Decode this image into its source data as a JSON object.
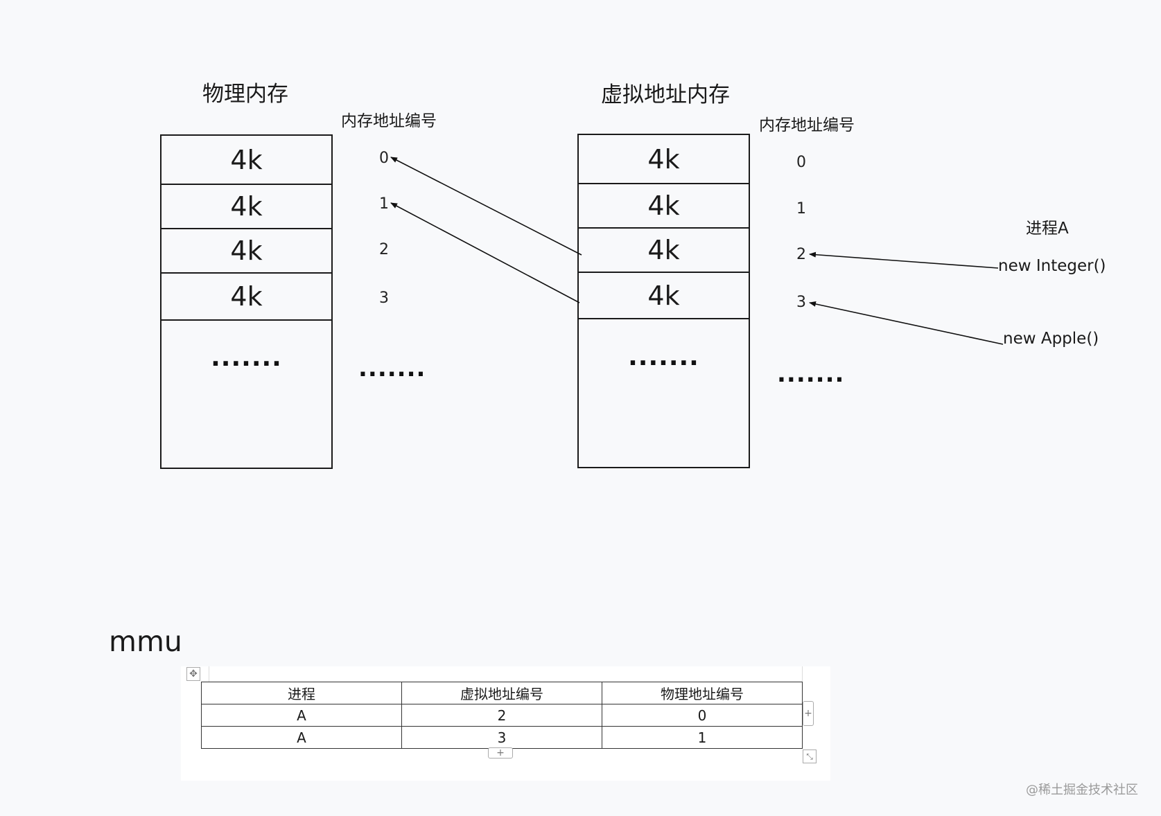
{
  "left": {
    "title": "物理内存",
    "subtitle": "内存地址编号",
    "cells": [
      "4k",
      "4k",
      "4k",
      "4k"
    ],
    "dots": ".......",
    "indices": [
      "0",
      "1",
      "2",
      "3"
    ],
    "index_dots": "......."
  },
  "right": {
    "title": "虚拟地址内存",
    "subtitle": "内存地址编号",
    "cells": [
      "4k",
      "4k",
      "4k",
      "4k"
    ],
    "dots": ".......",
    "indices": [
      "0",
      "1",
      "2",
      "3"
    ],
    "index_dots": "......."
  },
  "process": {
    "label": "进程A",
    "items": [
      "new Integer()",
      "new Apple()"
    ]
  },
  "mmu": {
    "title": "mmu",
    "headers": [
      "进程",
      "虚拟地址编号",
      "物理地址编号"
    ],
    "rows": [
      [
        "A",
        "2",
        "0"
      ],
      [
        "A",
        "3",
        "1"
      ]
    ],
    "move_icon": "move-icon",
    "add_icon": "plus-icon",
    "resize_icon": "resize-icon"
  },
  "watermark": "@稀土掘金技术社区"
}
